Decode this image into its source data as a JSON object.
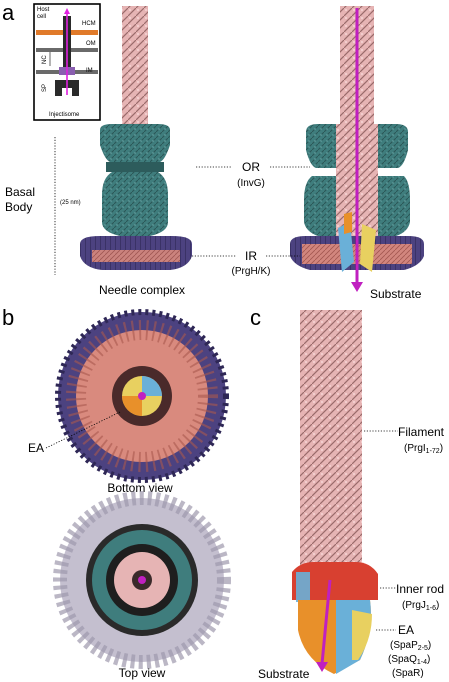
{
  "panels": {
    "a": "a",
    "b": "b",
    "c": "c"
  },
  "schematic": {
    "host_cell": [
      "Host",
      "cell"
    ],
    "hcm": "HCM",
    "om": "OM",
    "nc": "NC",
    "im": "IM",
    "sp": "SP",
    "injectisome": "Injectisome"
  },
  "panel_a": {
    "basal_body": [
      "Basal",
      "Body"
    ],
    "scale": "(25 nm)",
    "or_label": "OR",
    "or_protein": "(InvG)",
    "ir_label": "IR",
    "ir_protein": "(PrgH/K)",
    "needle_complex": "Needle complex",
    "substrate": "Substrate"
  },
  "panel_b": {
    "ea": "EA",
    "bottom_view": "Bottom view",
    "top_view": "Top view"
  },
  "panel_c": {
    "filament": "Filament",
    "filament_protein_base": "(PrgI",
    "filament_protein_sub": "1-72",
    "filament_protein_end": ")",
    "inner_rod": "Inner rod",
    "inner_rod_protein_base": "(PrgJ",
    "inner_rod_protein_sub": "1-6",
    "inner_rod_protein_end": ")",
    "ea": "EA",
    "spap_base": "(SpaP",
    "spap_sub": "2-5",
    "spap_end": ")",
    "spaq_base": "(SpaQ",
    "spaq_sub": "1-4",
    "spaq_end": ")",
    "spar": "(SpaR)",
    "substrate": "Substrate"
  },
  "colors": {
    "filament": "#e8b8b8",
    "outer_ring": "#3d7a7a",
    "inner_ring_dark": "#4a3f7a",
    "inner_ring_salmon": "#d98a7e",
    "substrate": "#c020c0",
    "ea_yellow": "#e8d060",
    "ea_orange": "#e8902a",
    "ea_blue": "#6ab0d8",
    "inner_rod_red": "#d84030",
    "gray_ring": "#bdb8c8",
    "membrane_orange": "#e07a2a"
  }
}
